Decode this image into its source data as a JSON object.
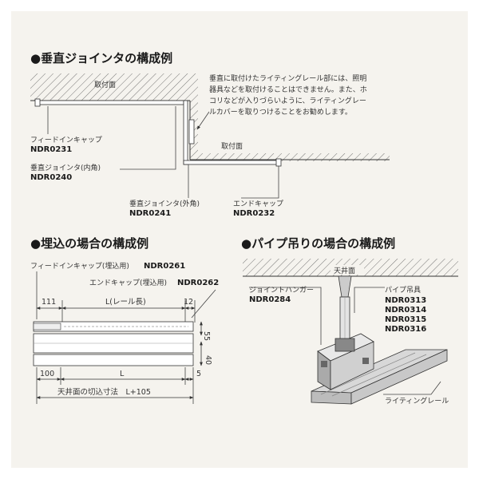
{
  "sections": {
    "vertical": {
      "title": "●垂直ジョインタの構成例",
      "ceiling_top": "取付面",
      "ceiling_low": "取付面",
      "note": [
        "垂直に取付けたライティングレール部には、照明",
        "器具などを取付けることはできません。また、ホ",
        "コリなどが入りづらいように、ライティングレー",
        "ルカバーを取りつけることをお勧めします。"
      ],
      "parts": {
        "feed_cap": {
          "label": "フィードインキャップ",
          "code": "NDR0231"
        },
        "joint_inner": {
          "label": "垂直ジョインタ(内角)",
          "code": "NDR0240"
        },
        "joint_outer": {
          "label": "垂直ジョインタ(外角)",
          "code": "NDR0241"
        },
        "end_cap": {
          "label": "エンドキャップ",
          "code": "NDR0232"
        }
      }
    },
    "embedded": {
      "title": "●埋込の場合の構成例",
      "feed_cap": {
        "label": "フィードインキャップ(埋込用)",
        "code": "NDR0261"
      },
      "end_cap": {
        "label": "エンドキャップ(埋込用)",
        "code": "NDR0262"
      },
      "dims": {
        "d111": "111",
        "rail_len": "L(レール長)",
        "d12": "12",
        "d55": "55",
        "d40": "40",
        "d100": "100",
        "L": "L",
        "d5": "5",
        "cutout": "天井面の切込寸法　L+105"
      }
    },
    "pipe": {
      "title": "●パイプ吊りの場合の構成例",
      "ceiling": "天井面",
      "joint_hanger": {
        "label": "ジョイントハンガー",
        "code": "NDR0284"
      },
      "pipe_fitting": {
        "label": "パイプ吊具",
        "codes": [
          "NDR0313",
          "NDR0314",
          "NDR0315",
          "NDR0316"
        ]
      },
      "rail": "ライティングレール"
    }
  },
  "colors": {
    "background": "#f5f3ee",
    "line": "#444444",
    "text": "#333333"
  }
}
